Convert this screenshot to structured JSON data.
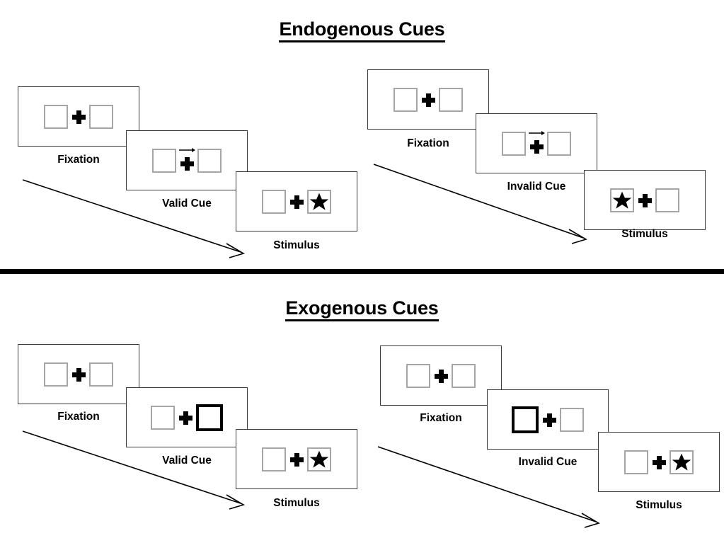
{
  "figure": {
    "title_top": "Endogenous Cues",
    "title_bottom": "Exogenous Cues"
  },
  "labels": {
    "fixation": "Fixation",
    "valid_cue": "Valid Cue",
    "invalid_cue": "Invalid Cue",
    "stimulus": "Stimulus"
  },
  "icons": {
    "fixation_cross": "plus-cross-icon",
    "cue_arrow": "right-arrow-cue-icon",
    "target": "black-star-icon",
    "time_arrow": "diagonal-time-arrow-icon",
    "empty_box": "empty-placeholder-box-icon",
    "highlighted_box": "thick-bordered-cue-box-icon"
  },
  "colors": {
    "panel_border": "#3a3a3a",
    "box_border": "#a6a6a6",
    "cue_box_border": "#000000",
    "star_fill": "#000000",
    "divider": "#000000",
    "background": "#ffffff"
  },
  "sections": [
    {
      "id": "endogenous",
      "title": "Endogenous Cues",
      "cue_type": "endogenous",
      "sequences": [
        {
          "id": "endogenous-valid",
          "condition": "valid",
          "frames": [
            {
              "caption": "Fixation",
              "left_box": "plain",
              "right_box": "plain",
              "arrow": false,
              "star": "none"
            },
            {
              "caption": "Valid Cue",
              "left_box": "plain",
              "right_box": "plain",
              "arrow": true,
              "star": "none"
            },
            {
              "caption": "Stimulus",
              "left_box": "plain",
              "right_box": "plain",
              "arrow": false,
              "star": "right"
            }
          ]
        },
        {
          "id": "endogenous-invalid",
          "condition": "invalid",
          "frames": [
            {
              "caption": "Fixation",
              "left_box": "plain",
              "right_box": "plain",
              "arrow": false,
              "star": "none"
            },
            {
              "caption": "Invalid Cue",
              "left_box": "plain",
              "right_box": "plain",
              "arrow": true,
              "star": "none"
            },
            {
              "caption": "Stimulus",
              "left_box": "plain",
              "right_box": "plain",
              "arrow": false,
              "star": "left"
            }
          ]
        }
      ]
    },
    {
      "id": "exogenous",
      "title": "Exogenous Cues",
      "cue_type": "exogenous",
      "sequences": [
        {
          "id": "exogenous-valid",
          "condition": "valid",
          "frames": [
            {
              "caption": "Fixation",
              "left_box": "plain",
              "right_box": "plain",
              "arrow": false,
              "star": "none"
            },
            {
              "caption": "Valid Cue",
              "left_box": "plain",
              "right_box": "cued",
              "arrow": false,
              "star": "none"
            },
            {
              "caption": "Stimulus",
              "left_box": "plain",
              "right_box": "plain",
              "arrow": false,
              "star": "right"
            }
          ]
        },
        {
          "id": "exogenous-invalid",
          "condition": "invalid",
          "frames": [
            {
              "caption": "Fixation",
              "left_box": "plain",
              "right_box": "plain",
              "arrow": false,
              "star": "none"
            },
            {
              "caption": "Invalid Cue",
              "left_box": "cued",
              "right_box": "plain",
              "arrow": false,
              "star": "none"
            },
            {
              "caption": "Stimulus",
              "left_box": "plain",
              "right_box": "plain",
              "arrow": false,
              "star": "right"
            }
          ]
        }
      ]
    }
  ]
}
